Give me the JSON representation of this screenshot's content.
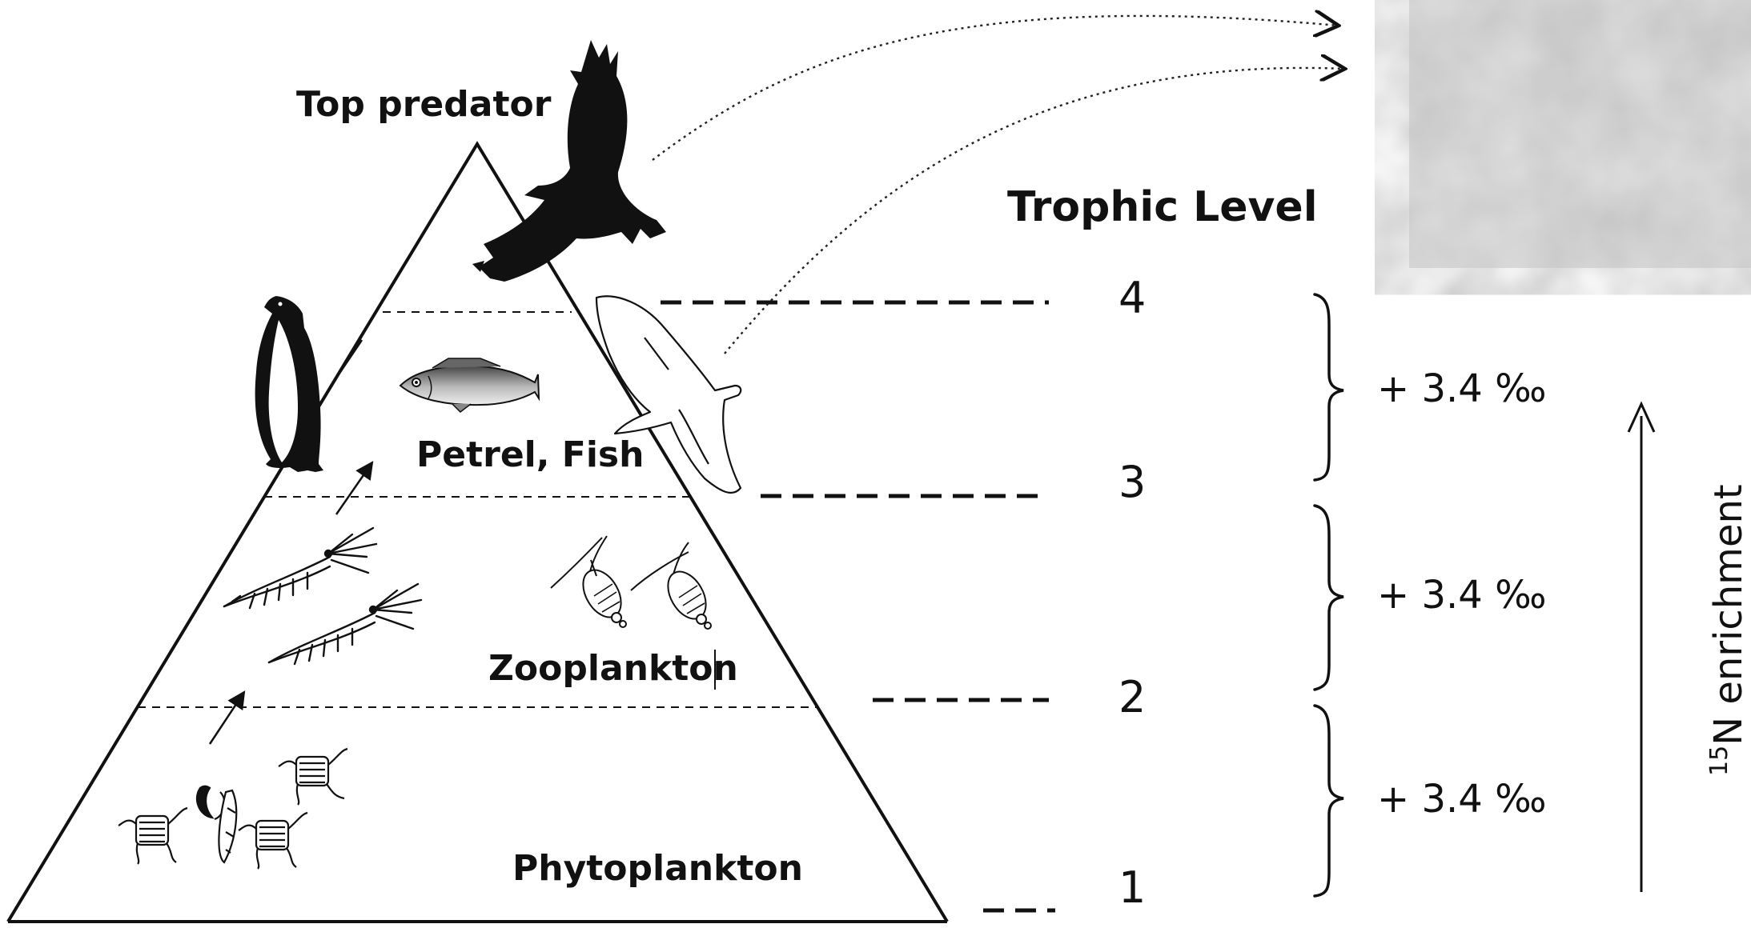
{
  "title": "Trophic Level",
  "labels": {
    "top_predator": "Top predator",
    "petrel_fish": "Petrel, Fish",
    "zooplankton": "Zooplankton",
    "phytoplankton": "Phytoplankton"
  },
  "levels": [
    {
      "number": "4"
    },
    {
      "number": "3"
    },
    {
      "number": "2"
    },
    {
      "number": "1"
    }
  ],
  "enrichment_steps": [
    {
      "text": "+ 3.4 ‰"
    },
    {
      "text": "+ 3.4 ‰"
    },
    {
      "text": "+ 3.4 ‰"
    }
  ],
  "axis": {
    "superscript": "15",
    "label": "N enrichment"
  },
  "icons": [
    "skua-icon",
    "petrel-icon",
    "penguin-icon",
    "fish-icon",
    "krill-icon",
    "copepod-icon",
    "diatom-icon"
  ]
}
